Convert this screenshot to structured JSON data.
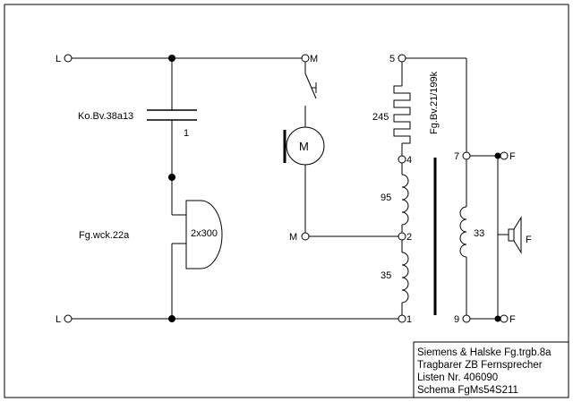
{
  "terminals": {
    "l_top": "L",
    "l_bottom": "L",
    "m_top": "M",
    "m_mid": "M",
    "t5": "5",
    "t4": "4",
    "t2": "2",
    "t1": "1",
    "t7": "7",
    "t9": "9",
    "f_top": "F",
    "f_bottom": "F"
  },
  "components": {
    "capacitor_type": "Ko.Bv.38a13",
    "capacitor_value": "1",
    "bell_type": "Fg.wck.22a",
    "bell_value": "2x300",
    "motor_symbol": "M",
    "winding_245": "245",
    "transformer_type": "Fg.Bv.21/199k",
    "winding_95": "95",
    "winding_35": "35",
    "receiver_coil": "33",
    "receiver_symbol": "F"
  },
  "title_block": {
    "line1": "Siemens & Halske Fg.trgb.8a",
    "line2": "Tragbarer ZB Fernsprecher",
    "line3": "Listen Nr. 406090",
    "line4": "Schema FgMs54S211"
  }
}
